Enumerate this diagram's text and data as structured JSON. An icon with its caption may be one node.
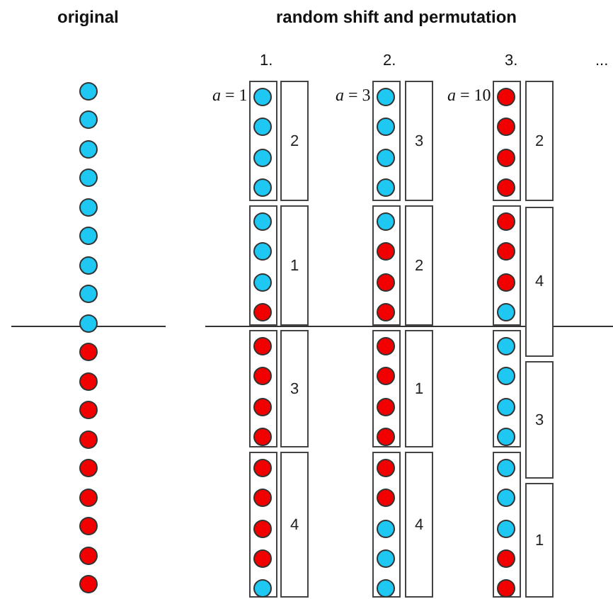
{
  "diagram": {
    "nodes": [
      {
        "text": [],
        "shape": "circle"
      },
      {
        "text": [],
        "shape": "circle"
      },
      {
        "text": [],
        "shape": "circle"
      },
      {
        "text": [],
        "shape": "circle"
      },
      {
        "text": [],
        "shape": "circle"
      },
      {
        "text": [],
        "shape": "circle"
      },
      {
        "text": [],
        "shape": "circle"
      },
      {
        "text": [],
        "shape": "circle"
      },
      {
        "text": [],
        "shape": "circle"
      },
      {
        "text": [],
        "shape": "circle"
      },
      {
        "text": [],
        "shape": "circle"
      },
      {
        "text": [],
        "shape": "circle"
      },
      {
        "text": [],
        "shape": "circle"
      },
      {
        "text": [],
        "shape": "circle"
      },
      {
        "text": [],
        "shape": "circle"
      },
      {
        "text": [],
        "shape": "circle"
      },
      {
        "text": [],
        "shape": "circle"
      },
      {
        "text": [],
        "shape": "circle"
      },
      {
        "text": [],
        "shape": "box"
      },
      {
        "text": [],
        "shape": "circle",
        "in": 18
      },
      {
        "text": [],
        "shape": "circle",
        "in": 18
      },
      {
        "text": [],
        "shape": "circle",
        "in": 18
      },
      {
        "text": [],
        "shape": "circle",
        "in": 18
      },
      {
        "text": [
          "2"
        ]
      },
      {
        "text": [],
        "shape": "box"
      },
      {
        "text": [],
        "shape": "circle",
        "in": 24
      },
      {
        "text": [],
        "shape": "circle",
        "in": 24
      },
      {
        "text": [],
        "shape": "circle",
        "in": 24
      },
      {
        "text": [],
        "shape": "circle",
        "in": 24
      },
      {
        "text": [
          "1"
        ]
      },
      {
        "text": [],
        "shape": "box"
      },
      {
        "text": [],
        "shape": "circle",
        "in": 30
      },
      {
        "text": [],
        "shape": "circle",
        "in": 30
      },
      {
        "text": [],
        "shape": "circle",
        "in": 30
      },
      {
        "text": [],
        "shape": "circle",
        "in": 30
      },
      {
        "text": [
          "3"
        ]
      },
      {
        "text": [],
        "shape": "box"
      },
      {
        "text": [],
        "shape": "circle",
        "in": 36
      },
      {
        "text": [],
        "shape": "circle",
        "in": 36
      },
      {
        "text": [],
        "shape": "circle",
        "in": 36
      },
      {
        "text": [],
        "shape": "circle",
        "in": 36
      },
      {
        "text": [],
        "shape": "circle",
        "in": 36
      },
      {
        "text": [
          "4"
        ]
      },
      {
        "text": [],
        "shape": "box"
      },
      {
        "text": [],
        "shape": "circle",
        "in": 43
      },
      {
        "text": [],
        "shape": "circle",
        "in": 43
      },
      {
        "text": [],
        "shape": "circle",
        "in": 43
      },
      {
        "text": [],
        "shape": "circle",
        "in": 43
      },
      {
        "text": [
          "3"
        ]
      },
      {
        "text": [],
        "shape": "box"
      },
      {
        "text": [],
        "shape": "circle",
        "in": 49
      },
      {
        "text": [],
        "shape": "circle",
        "in": 49
      },
      {
        "text": [],
        "shape": "circle",
        "in": 49
      },
      {
        "text": [],
        "shape": "circle",
        "in": 49
      },
      {
        "text": [
          "2"
        ]
      },
      {
        "text": [],
        "shape": "box"
      },
      {
        "text": [],
        "shape": "circle",
        "in": 55
      },
      {
        "text": [],
        "shape": "circle",
        "in": 55
      },
      {
        "text": [],
        "shape": "circle",
        "in": 55
      },
      {
        "text": [],
        "shape": "circle",
        "in": 55
      },
      {
        "text": [
          "1"
        ]
      },
      {
        "text": [],
        "shape": "box"
      },
      {
        "text": [],
        "shape": "circle",
        "in": 61
      },
      {
        "text": [],
        "shape": "circle",
        "in": 61
      },
      {
        "text": [],
        "shape": "circle",
        "in": 61
      },
      {
        "text": [],
        "shape": "circle",
        "in": 61
      },
      {
        "text": [],
        "shape": "circle",
        "in": 61
      },
      {
        "text": [
          "4"
        ]
      },
      {
        "text": [],
        "shape": "box"
      },
      {
        "text": [],
        "shape": "circle",
        "in": 68
      },
      {
        "text": [],
        "shape": "circle",
        "in": 68
      },
      {
        "text": [],
        "shape": "circle",
        "in": 68
      },
      {
        "text": [],
        "shape": "circle",
        "in": 68
      },
      {
        "text": [
          "2"
        ]
      },
      {
        "text": [],
        "shape": "box"
      },
      {
        "text": [],
        "shape": "circle",
        "in": 74
      },
      {
        "text": [],
        "shape": "circle",
        "in": 74
      },
      {
        "text": [],
        "shape": "circle",
        "in": 74
      },
      {
        "text": [],
        "shape": "circle",
        "in": 74
      },
      {
        "text": [
          "4"
        ]
      },
      {
        "text": [],
        "shape": "box"
      },
      {
        "text": [],
        "shape": "circle",
        "in": 80
      },
      {
        "text": [],
        "shape": "circle",
        "in": 80
      },
      {
        "text": [],
        "shape": "circle",
        "in": 80
      },
      {
        "text": [],
        "shape": "circle",
        "in": 80
      },
      {
        "text": [
          "3"
        ]
      },
      {
        "text": [],
        "shape": "box"
      },
      {
        "text": [],
        "shape": "circle",
        "in": 86
      },
      {
        "text": [],
        "shape": "circle",
        "in": 86
      },
      {
        "text": [],
        "shape": "circle",
        "in": 86
      },
      {
        "text": [],
        "shape": "circle",
        "in": 86
      },
      {
        "text": [],
        "shape": "circle",
        "in": 86
      },
      {
        "text": [
          "1"
        ]
      }
    ],
    "labels": [
      "original",
      "random shift and permutation",
      "1.",
      "2.",
      "3.",
      "...",
      "*a* = 1",
      "*a* = 3",
      "*a* = 10"
    ]
  }
}
